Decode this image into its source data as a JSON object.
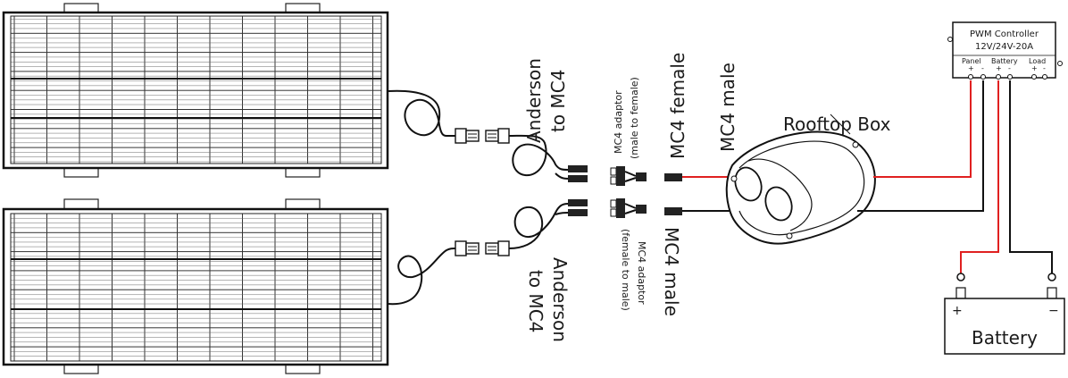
{
  "labels": {
    "anderson_top_1": "Anderson",
    "anderson_top_2": "to MC4",
    "adaptor_top_1": "MC4 adaptor",
    "adaptor_top_2": "(male to female)",
    "mc4_female": "MC4 female",
    "mc4_male_top": "MC4 male",
    "anderson_bot_1": "Anderson",
    "anderson_bot_2": "to MC4",
    "adaptor_bot_1": "MC4 adaptor",
    "adaptor_bot_2": "(female to male)",
    "mc4_male_bot": "MC4 male",
    "rooftop_box": "Rooftop Box"
  },
  "controller": {
    "title": "PWM Controller",
    "spec": "12V/24V-20A",
    "terminal_panel": "Panel",
    "terminal_battery": "Battery",
    "terminal_load": "Load",
    "plus": "+",
    "minus": "-"
  },
  "battery": {
    "label": "Battery",
    "plus": "+",
    "minus": "−"
  },
  "colors": {
    "positive_wire": "#e02020",
    "negative_wire": "#111111"
  }
}
